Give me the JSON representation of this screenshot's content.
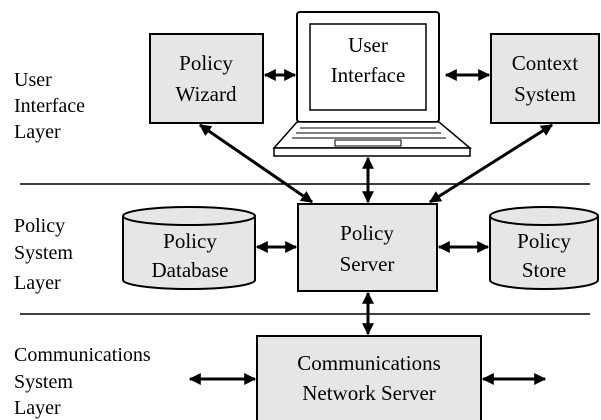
{
  "layers": [
    {
      "name": [
        "User",
        "Interface",
        "Layer"
      ]
    },
    {
      "name": [
        "Policy",
        "System",
        "Layer"
      ]
    },
    {
      "name": [
        "Communications",
        "System",
        "Layer"
      ]
    }
  ],
  "components": {
    "policy_wizard": [
      "Policy",
      "Wizard"
    ],
    "user_interface": [
      "User",
      "Interface"
    ],
    "context_system": [
      "Context",
      "System"
    ],
    "policy_database": [
      "Policy",
      "Database"
    ],
    "policy_server": [
      "Policy",
      "Server"
    ],
    "policy_store": [
      "Policy",
      "Store"
    ],
    "communications_network_server": [
      "Communications",
      "Network Server"
    ]
  },
  "colors": {
    "box_fill": "#e6e6e6",
    "stroke": "#000000"
  }
}
